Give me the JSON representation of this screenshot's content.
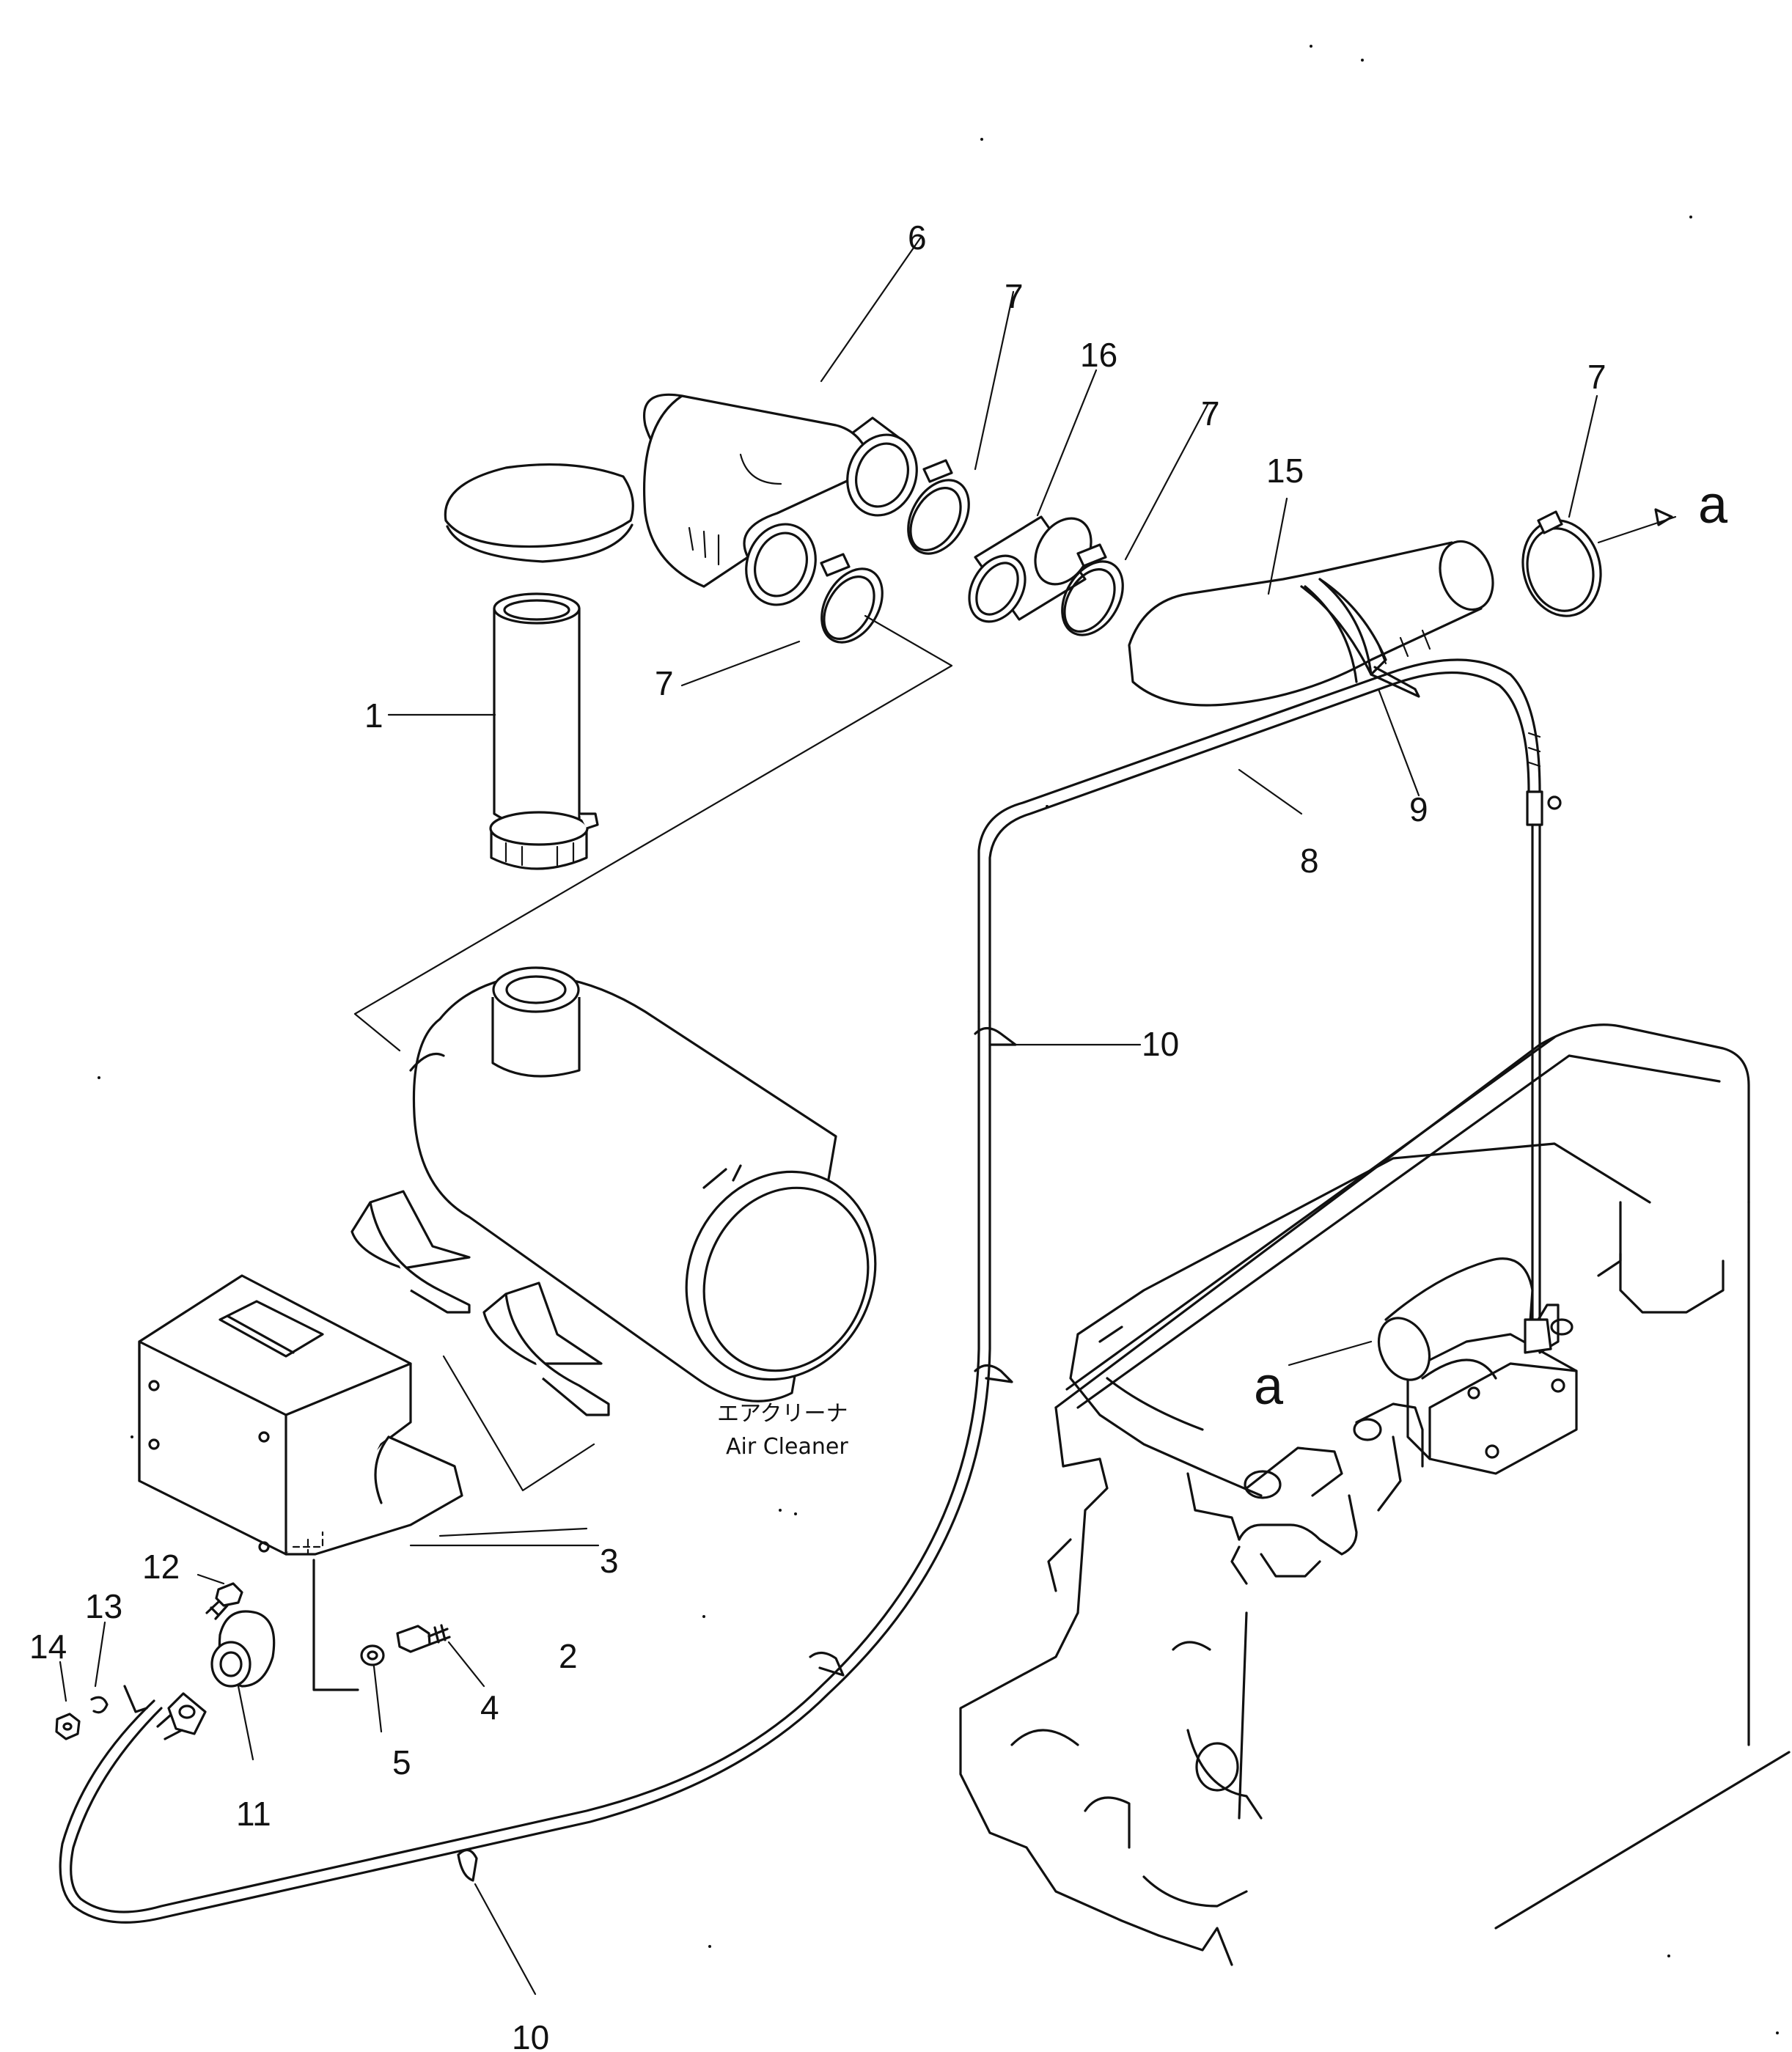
{
  "callouts": {
    "c1": "1",
    "c2": "2",
    "c3": "3",
    "c4": "4",
    "c5": "5",
    "c6": "6",
    "c7a": "7",
    "c7b": "7",
    "c7c": "7",
    "c7d": "7",
    "c8": "8",
    "c9": "9",
    "c10a": "10",
    "c10b": "10",
    "c11": "11",
    "c12": "12",
    "c13": "13",
    "c14": "14",
    "c15": "15",
    "c16": "16"
  },
  "ref_marks": {
    "a_top": "a",
    "a_engine": "a"
  },
  "caption": {
    "japanese": "エアクリーナ",
    "english": "Air Cleaner"
  }
}
